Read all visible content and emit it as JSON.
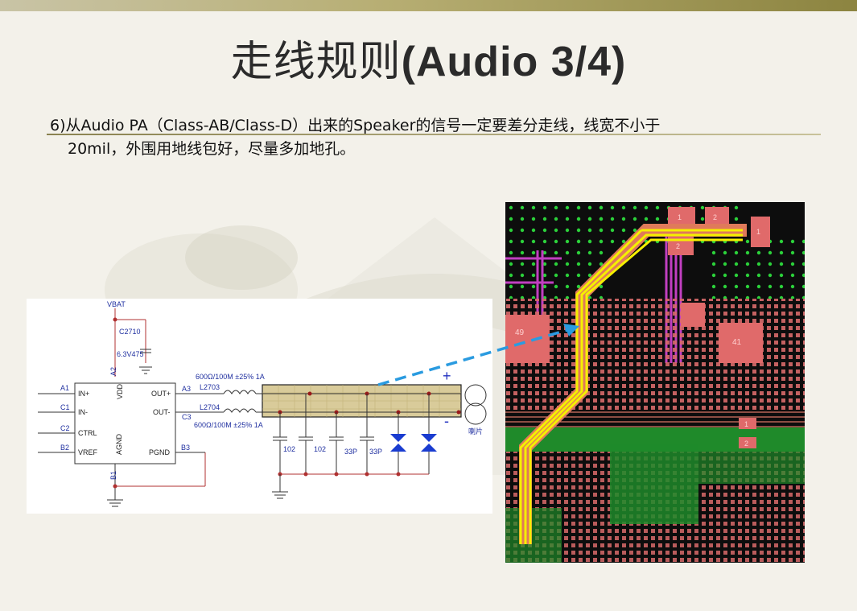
{
  "slide": {
    "title_cjk": "走线规则",
    "title_latin": "(Audio 3/4)",
    "paragraph_line1": "6)从Audio PA（Class-AB/Class-D）出来的Speaker的信号一定要差分走线，线宽不小于",
    "paragraph_line2": "20mil，外围用地线包好，尽量多加地孔。"
  },
  "schematic": {
    "vbat": "VBAT",
    "cap_main": "C2710",
    "cap_main_value": "6.3V475",
    "pin_a2": "A2",
    "pin_vdd": "VDD",
    "pin_in_plus": "IN+",
    "pin_in_minus": "IN-",
    "pin_ctrl": "CTRL",
    "pin_vref": "VREF",
    "pin_agnd": "AGND",
    "pin_pgnd": "PGND",
    "pin_out_plus": "OUT+",
    "pin_out_minus": "OUT-",
    "net_a1": "A1",
    "net_c1": "C1",
    "net_c2": "C2",
    "net_b2": "B2",
    "net_b1": "B1",
    "net_a3": "A3",
    "net_c3": "C3",
    "net_b3": "B3",
    "ferrite_top_spec": "600Ω/100M ±25% 1A",
    "ferrite_top_ref": "L2703",
    "ferrite_bot_ref": "L2704",
    "ferrite_bot_spec": "600Ω/100M ±25% 1A",
    "cap1": "102",
    "cap2": "102",
    "cap3": "33P",
    "cap4": "33P",
    "plus_sign": "+",
    "minus_sign": "-",
    "speaker_label": "喇片"
  },
  "pcb": {
    "ic_left": "49",
    "ic_right": "41",
    "pad_1a": "1",
    "pad_1b": "1",
    "pad_2a": "2",
    "pad_2b": "2",
    "pad_1c": "1",
    "pad_2c": "2"
  },
  "colors": {
    "trace_highlight": "#f5f000",
    "copper": "#e06a6a",
    "ground_plane": "#1f8a2a",
    "via": "#2bd13a",
    "arrow": "#2a9be0"
  }
}
